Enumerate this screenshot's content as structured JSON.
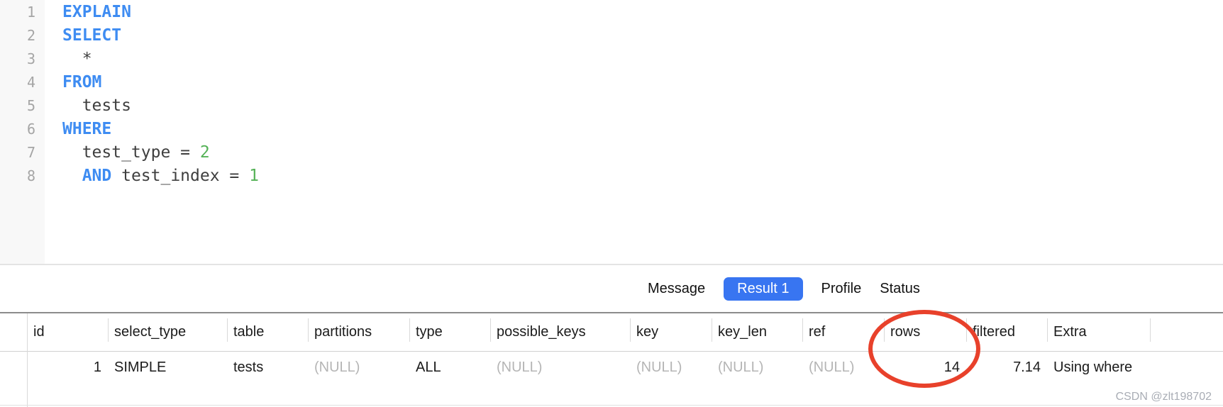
{
  "editor": {
    "language": "sql",
    "lines": [
      {
        "num": "1",
        "tokens": [
          {
            "text": "EXPLAIN",
            "style": "keyword"
          }
        ]
      },
      {
        "num": "2",
        "tokens": [
          {
            "text": "SELECT",
            "style": "keyword"
          }
        ]
      },
      {
        "num": "3",
        "tokens": [
          {
            "text": "  *",
            "style": "plain"
          }
        ]
      },
      {
        "num": "4",
        "tokens": [
          {
            "text": "FROM",
            "style": "keyword"
          }
        ]
      },
      {
        "num": "5",
        "tokens": [
          {
            "text": "  tests",
            "style": "plain"
          }
        ]
      },
      {
        "num": "6",
        "tokens": [
          {
            "text": "WHERE",
            "style": "keyword"
          }
        ]
      },
      {
        "num": "7",
        "tokens": [
          {
            "text": "  test_type = ",
            "style": "plain"
          },
          {
            "text": "2",
            "style": "number"
          }
        ]
      },
      {
        "num": "8",
        "tokens": [
          {
            "text": "  ",
            "style": "plain"
          },
          {
            "text": "AND",
            "style": "keyword"
          },
          {
            "text": " test_index = ",
            "style": "plain"
          },
          {
            "text": "1",
            "style": "number"
          }
        ]
      }
    ]
  },
  "tabs": [
    {
      "label": "Message",
      "active": false
    },
    {
      "label": "Result 1",
      "active": true
    },
    {
      "label": "Profile",
      "active": false
    },
    {
      "label": "Status",
      "active": false
    }
  ],
  "result_table": {
    "columns": [
      {
        "label": "id",
        "value": "1",
        "value_type": "number"
      },
      {
        "label": "select_type",
        "value": "SIMPLE",
        "value_type": "text"
      },
      {
        "label": "table",
        "value": "tests",
        "value_type": "text"
      },
      {
        "label": "partitions",
        "value": "(NULL)",
        "value_type": "null"
      },
      {
        "label": "type",
        "value": "ALL",
        "value_type": "text"
      },
      {
        "label": "possible_keys",
        "value": "(NULL)",
        "value_type": "null"
      },
      {
        "label": "key",
        "value": "(NULL)",
        "value_type": "null"
      },
      {
        "label": "key_len",
        "value": "(NULL)",
        "value_type": "null"
      },
      {
        "label": "ref",
        "value": "(NULL)",
        "value_type": "null"
      },
      {
        "label": "rows",
        "value": "14",
        "value_type": "number"
      },
      {
        "label": "filtered",
        "value": "7.14",
        "value_type": "number"
      },
      {
        "label": "Extra",
        "value": "Using where",
        "value_type": "text"
      }
    ]
  },
  "annotation": {
    "shape": "ellipse",
    "target": "rows-column-value",
    "color": "#e8412b"
  },
  "watermark": "CSDN @zlt198702",
  "colors": {
    "keyword": "#3e8cf2",
    "number": "#55b257",
    "accent": "#3875f1",
    "annotation": "#e8412b",
    "null-text": "#b5b5b5"
  }
}
